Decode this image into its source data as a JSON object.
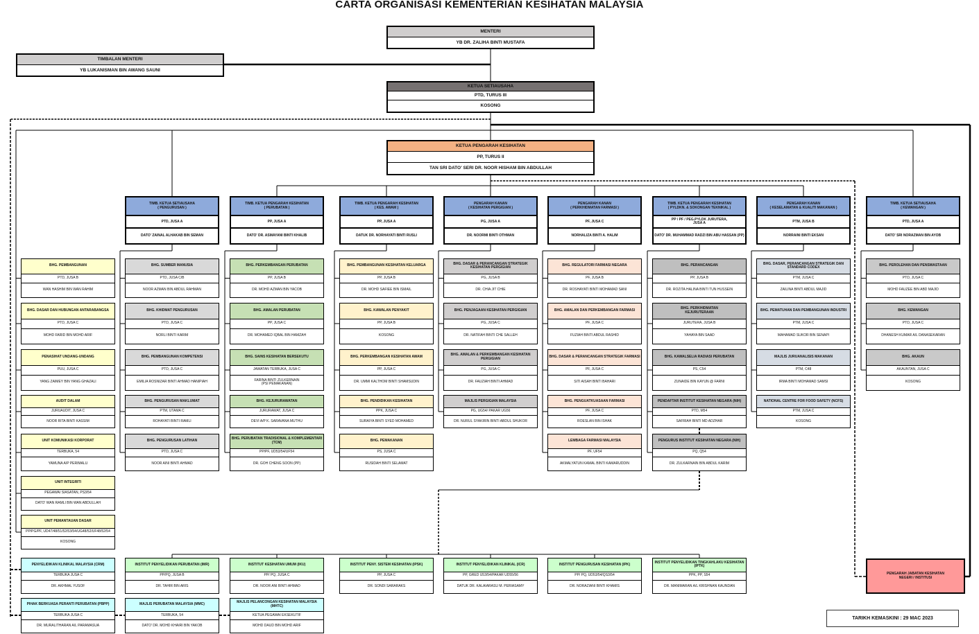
{
  "title": "CARTA ORGANISASI KEMENTERIAN KESIHATAN MALAYSIA",
  "menteri": {
    "title": "MENTERI",
    "name": "YB DR. ZALIHA BINTI MUSTAFA"
  },
  "timbalan": {
    "title": "TIMBALAN MENTERI",
    "name": "YB LUKANISMAN BIN AWANG SAUNI"
  },
  "ksu": {
    "title": "KETUA SETIAUSAHA",
    "grade": "PTD, TURUS III",
    "name": "KOSONG"
  },
  "kpk": {
    "title": "KETUA PENGARAH KESIHATAN",
    "grade": "PP, TURUS II",
    "name": "TAN SRI DATO' SERI DR. NOOR HISHAM BIN ABDULLAH"
  },
  "heads": [
    {
      "title": "TIMB. KETUA SETIAUSAHA\n( PENGURUSAN )",
      "grade": "PTD, JUSA A",
      "name": "DATO' ZAINAL ALHAKAB BIN SEMAN"
    },
    {
      "title": "TIMB. KETUA PENGARAH KESIHATAN\n( PERUBATAN )",
      "grade": "PP, JUSA A",
      "name": "DATO' DR. ASMAYANI BINTI KHALIB"
    },
    {
      "title": "TIMB. KETUA PENGARAH KESIHATAN\n( KES. AWAM )",
      "grade": "PP, JUSA A",
      "name": "DATUK DR. NORHAYATI BINTI RUSLI"
    },
    {
      "title": "PENGARAH KANAN\n( KESIHATAN PERGIGIAN )",
      "grade": "PG, JUSA A",
      "name": "DR. NOORMI BINTI OTHMAN"
    },
    {
      "title": "PENGARAH KANAN\n( PERKHIDMATAN FARMASI )",
      "grade": "PF, JUSA C",
      "name": "NORHALIZA BINTI A. HALIM"
    },
    {
      "title": "TIMB. KETUA PENGARAH KESIHATAN\n( PYLDKN. & SOKONGAN TEKNIKAL )",
      "grade": "PP / PF / PEG.PYLDK JURUTERA,\nJUSA A",
      "name": "DATO' DR. MUHAMMAD RADZI BIN ABU HASSAN  (PP)"
    },
    {
      "title": "PENGARAH KANAN\n( KESELAMATAN & KUALITI MAKANAN )",
      "grade": "PTM, JUSA B",
      "name": "NORRAINI BINTI EKSAN"
    },
    {
      "title": "TIMB. KETUA  SETIAUSAHA\n( KEWANGAN )",
      "grade": "PTD, JUSA A",
      "name": "DATO' SRI NORAZMAN BIN AYOB"
    }
  ],
  "columns": [
    [
      {
        "title": "BHG. PEMBANGUNAN",
        "grade": "PTD, JUSA B",
        "name": "WAN HASHIM BIN WAN RAHIM"
      },
      {
        "title": "BHG. DASAR DAN HUBUNGAN ANTARABANGSA",
        "grade": "PTD, JUSA C",
        "name": "MOHD FARID BIN MOHD ARIF"
      },
      {
        "title": "PENASIHAT UNDANG-UNDANG",
        "grade": "PUU, JUSA C",
        "name": "YANG ZAIMEY BIN YANG GHAZALI"
      },
      {
        "title": "AUDIT DALAM",
        "grade": "JURUAUDIT, JUSA C",
        "name": "NOOR RITA BINTI KASSIM"
      },
      {
        "title": "UNIT KOMUNIKASI KORPORAT",
        "grade": "TERBUKA, 54",
        "name": "YAMUNA A/P PERIMALU"
      },
      {
        "title": "UNIT INTEGRITI",
        "grade": "PEGAWAI SIASATAN, PS3/54",
        "name": "DATO' WAN RAMLI BIN WAN ABDULLAH"
      },
      {
        "title": "UNIT PEMANTAUAN DASAR",
        "grade": "PP/PG/PF,  UD47/48/51/52/53/54/UG48/52/UF48/52/54",
        "name": "KOSONG"
      }
    ],
    [
      {
        "title": "BHG. SUMBER MANUSIA",
        "grade": "PTD, JUSA C/B",
        "name": "NOOR AZMAN BIN ABDUL RAHMAN"
      },
      {
        "title": "BHG. KHIDMAT PENGURUSAN",
        "grade": "PTD, JUSA C",
        "name": "NORLI BINTI KARIM"
      },
      {
        "title": "BHG. PEMBANGUNAN KOMPETENSI",
        "grade": "PTD, JUSA C",
        "name": "EMILIA ROSNIZAR BINTI AHMAD HANIPIAH"
      },
      {
        "title": "BHG. PENGURUSAN MAKLUMAT",
        "grade": "PTM, UTAMA C",
        "name": "ROHAYATI BINTI RAMLI"
      },
      {
        "title": "BHG. PENGURUSAN LATIHAN",
        "grade": "PTD, JUSA C",
        "name": "NOOR AINI BINTI AHMAD"
      }
    ],
    [
      {
        "title": "BHG. PERKEMBANGAN PERUBATAN",
        "grade": "PP, JUSA B",
        "name": "DR. MOHD AZMAN BIN YACOB"
      },
      {
        "title": "BHG. AMALAN PERUBATAN",
        "grade": "PP, JUSA C",
        "name": "DR. MOHAMED IQBAL BIN HAMZAH"
      },
      {
        "title": "BHG. SAINS KESIHATAN BERSEKUTU",
        "grade": "JAWATAN TERBUKA, JUSA C",
        "name": "FARINA BINTI ZULKERNAIN\n(PSI PEMAKANAN)"
      },
      {
        "title": "BHG. KEJURURAWATAN",
        "grade": "JURURAWAT, JUSA C",
        "name": "DEVI A/P K. SARAVANA MUTHU"
      },
      {
        "title": "BHG. PERUBATAN TRADISIONAL & KOMPLEMENTARI\n(TCM)",
        "grade": "PP/PF, UD53/54/UF54",
        "name": "DR. GOH CHENG SOON (PP)"
      }
    ],
    [
      {
        "title": "BHG. PEMBANGUNAN KESIHATAN KELUARGA",
        "grade": "PP, JUSA B",
        "name": "DR. MOHD SAFIEE BIN ISMAIL"
      },
      {
        "title": "BHG. KAWALAN PENYAKIT",
        "grade": "PP, JUSA B",
        "name": "KOSONG"
      },
      {
        "title": "BHG. PERKEMBANGAN KESIHATAN AWAM",
        "grade": "PP, JUSA C",
        "name": "DR. UMMI KALTHOM BINTI SHAMSUDIN"
      },
      {
        "title": "BHG. PENDIDIKAN KESIHATAN",
        "grade": "PPK, JUSA C",
        "name": "SURAIYA BINTI SYED MOHAMED"
      },
      {
        "title": "BHG. PEMAKANAN",
        "grade": "PS, JUSA C",
        "name": "RUSIDAH BINTI SELAMAT"
      }
    ],
    [
      {
        "title": "BHG. DASAR & PERANCANGAN STRATEGIK\nKESIHATAN PERGIGIAN",
        "grade": "PG, JUSA B",
        "name": "DR. CHIA JIT CHIE"
      },
      {
        "title": "BHG. PENJAGAAN KESIHATAN PERGIGIAN",
        "grade": "PG, JUSA C",
        "name": "DR. NATIFAH BINTI CHE SALLEH"
      },
      {
        "title": "BHG. AMALAN & PERKEMBANGAN KESIHATAN\nPERGIGIAN",
        "grade": "PG, JUSA C",
        "name": "DR. FAUZIAH BINTI AHMAD"
      },
      {
        "title": "MAJLIS PERGIGIAN MALAYSIA",
        "grade": "PG, UG54/ PAKAR UG56",
        "name": "DR. NURUL SYAKIRIN BINTI ABDUL SHUKOR"
      }
    ],
    [
      {
        "title": "BHG. REGULATORI FARMASI NEGARA",
        "grade": "PF, JUSA B",
        "name": "DR. ROSHAYATI BINTI MOHAMAD SANI"
      },
      {
        "title": "BHG. AMALAN DAN PERKEMBANGAN FARMASI",
        "grade": "PF, JUSA C",
        "name": "FUZIAH BINTI ABDUL RASHID"
      },
      {
        "title": "BHG. DASAR & PERANCANGAN STRATEGIK FARMASI",
        "grade": "PF, JUSA C",
        "name": "SITI AISAH BINTI BAHARI"
      },
      {
        "title": "BHG. PENGUATKUASAAN FARMASI",
        "grade": "PF, JUSA C",
        "name": "ROESLAN BIN ISHAK"
      },
      {
        "title": "LEMBAGA FARMASI MALAYSIA",
        "grade": "PF, UF54",
        "name": "AKMALYATUN KAMAL BINTI KAMARUDDIN"
      }
    ],
    [
      {
        "title": "BHG. PERANCANGAN",
        "grade": "PP, JUSA B",
        "name": "DR. ROZITA HALINA BINTI TUN HUSSEIN"
      },
      {
        "title": "BHG. PERKHIDMATAN\nKEJURUTERAAN",
        "grade": "JURUTERA,  JUSA B",
        "name": "YAHAYA BIN SAAD"
      },
      {
        "title": "BHG. KAWALSELIA RADIASI PERUBATAN",
        "grade": "PS, C54",
        "name": "ZUNAIDE BIN KAYUN @ FARNI"
      },
      {
        "title": "PENDAFTAR INSTITUT KESIHATAN NEGARA (NIH)",
        "grade": "PTD, M54",
        "name": "SAFRIAH BINTI MD ADZHAR"
      },
      {
        "title": "PENGURUS INSTITUT KESIHATAN NEGARA (NIH)",
        "grade": "PQ, Q54",
        "name": "DR. ZULKARNAIN BIN ABDUL KARIM"
      }
    ],
    [
      {
        "title": "BHG. DASAR, PERANCANGAN STRATEGIK DAN\nSTANDARD CODEX",
        "grade": "PTM, JUSA C",
        "name": "ZAILINA BINTI ABDUL MAJID"
      },
      {
        "title": "BHG. PEMATUHAN DAN PEMBANGUNAN INDUSTRI",
        "grade": "PTM, JUSA C",
        "name": "MAHAMAD SUKOR BIN SENAPI"
      },
      {
        "title": "MAJLIS JURUANALISIS MAKANAN",
        "grade": "PTM, C48",
        "name": "IRMA BINTI MOHAMAD SAMSI"
      },
      {
        "title": "NATIONAL CENTRE FOR FOOD SAFETY (NCFS)",
        "grade": "PTM, JUSA C",
        "name": "KOSONG"
      }
    ],
    [
      {
        "title": "BHG. PEROLEHAN DAN PENSWASTAAN",
        "grade": "PTD, JUSA C",
        "name": "MOHD FAUZEE BIN ABD MAJID"
      },
      {
        "title": "BHG. KEWANGAN",
        "grade": "PTD, JUSA C",
        "name": "DHANESH KUMAR A/L DANASEKARAN"
      },
      {
        "title": "BHG. AKAUN",
        "grade": "AKAUNTAN, JUSA C",
        "name": "KOSONG"
      }
    ]
  ],
  "column_colors": [
    "#ffffcc",
    "#d9d9d9",
    "#c6e0b4",
    "#fff2cc",
    "#d0cece",
    "#fce4d6",
    "#bfbfbf",
    "#d6dce4",
    "#c9c9c9"
  ],
  "head_color": "#8eaadb",
  "institutes_row1": [
    {
      "title": "PENYELIDIKAN KLINIKAL MALAYSIA (CRM)",
      "grade": "TERBUKA JUSA C",
      "name": "DR. AKHMAL YUSOF",
      "color": "#ccffff"
    },
    {
      "title": "INSTITUT PENYELIDIKAN PERUBATAN (IMR)",
      "grade": "PP/PQ, JUSA B",
      "name": "DR. TAHIR BIN ARIS",
      "color": "#ccffcc"
    },
    {
      "title": "INSTITUT KESIHATAN UMUM (IKU)",
      "grade": "PP/ PQ, JUSA C",
      "name": "DR. NOOR ANI BINTI AHMAD",
      "color": "#ccffcc"
    },
    {
      "title": "INSTITUT PENY. SISTEM KESIHATAN (IPSK)",
      "grade": "PP, JUSA C",
      "name": "DR. SONDI SARARAKS",
      "color": "#ccffcc"
    },
    {
      "title": "INSTITUT PENYELIDIKAN KLINIKAL (ICR)",
      "grade": "PP,  GRED U53/54/PAKAR UD55/56",
      "name": "DATUK DR. KALAIARASU M. PERIASAMY",
      "color": "#ccffcc"
    },
    {
      "title": "INSTITUT PENGURUSAN  KESIHATAN (IPK)",
      "grade": "PP/ PQ, UD53/54/QS3/54",
      "name": "DR. NORAZIANI BINTI KHAMIS",
      "color": "#ccffcc"
    },
    {
      "title": "INSTITUT PENYELIDIKAN TINGKAHLAKU KESIHATAN\n(IPTK)",
      "grade": "PPK, PP, S54",
      "name": "DR. MANIMARAN A/L KRISHNAN KAUNDAN",
      "color": "#ccffcc"
    }
  ],
  "institutes_row2": [
    {
      "title": "PIHAK BERKUASA PERANTI PERUBATAN (PBPP)",
      "grade": "TERBUKA JUSA C",
      "name": "DR. MURALITHARAN A/L PARAMASUA",
      "color": "#ccffff"
    },
    {
      "title": "MAJLIS PERUBATAN MALAYSIA (MMC)",
      "grade": "TERBUKA, 54",
      "name": "DATO' DR. MOHD KHAIRI BIN YAKOB",
      "color": "#ccffff"
    },
    {
      "title": "MAJLIS PELANCONGAN KESIHATAN MALAYSIA\n(MHTC)",
      "grade": "KETUA PEGAWAI EKSEKUTIF",
      "name": "MOHD DAUD BIN MOHD ARIF",
      "color": "#ccffff"
    }
  ],
  "jkn": {
    "title": "PENGARAH JABATAN KESIHATAN\nNEGERI / INSTITUSI",
    "color": "#ff9999"
  },
  "updated": "TARIKH KEMASKINI : 29 MAC 2023"
}
